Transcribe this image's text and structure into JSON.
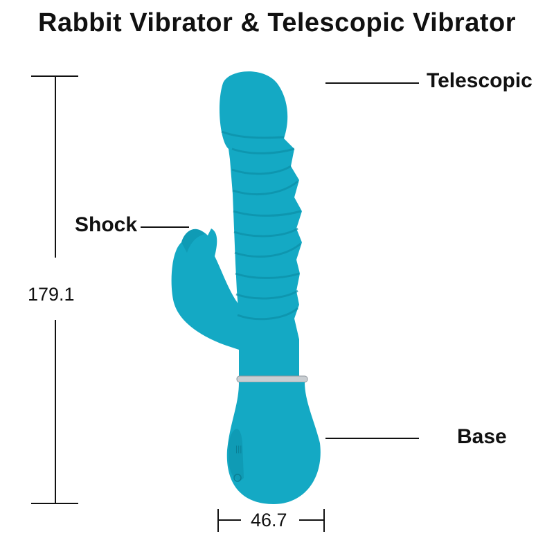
{
  "title": "Rabbit Vibrator & Telescopic Vibrator",
  "labels": {
    "telescopic": "Telescopic",
    "shock": "Shock",
    "base": "Base"
  },
  "dimensions": {
    "height": "179.1",
    "width": "46.7"
  },
  "colors": {
    "product": "#14a9c4",
    "product_shadow": "#0b8fa8",
    "ring": "#c9ced2"
  }
}
